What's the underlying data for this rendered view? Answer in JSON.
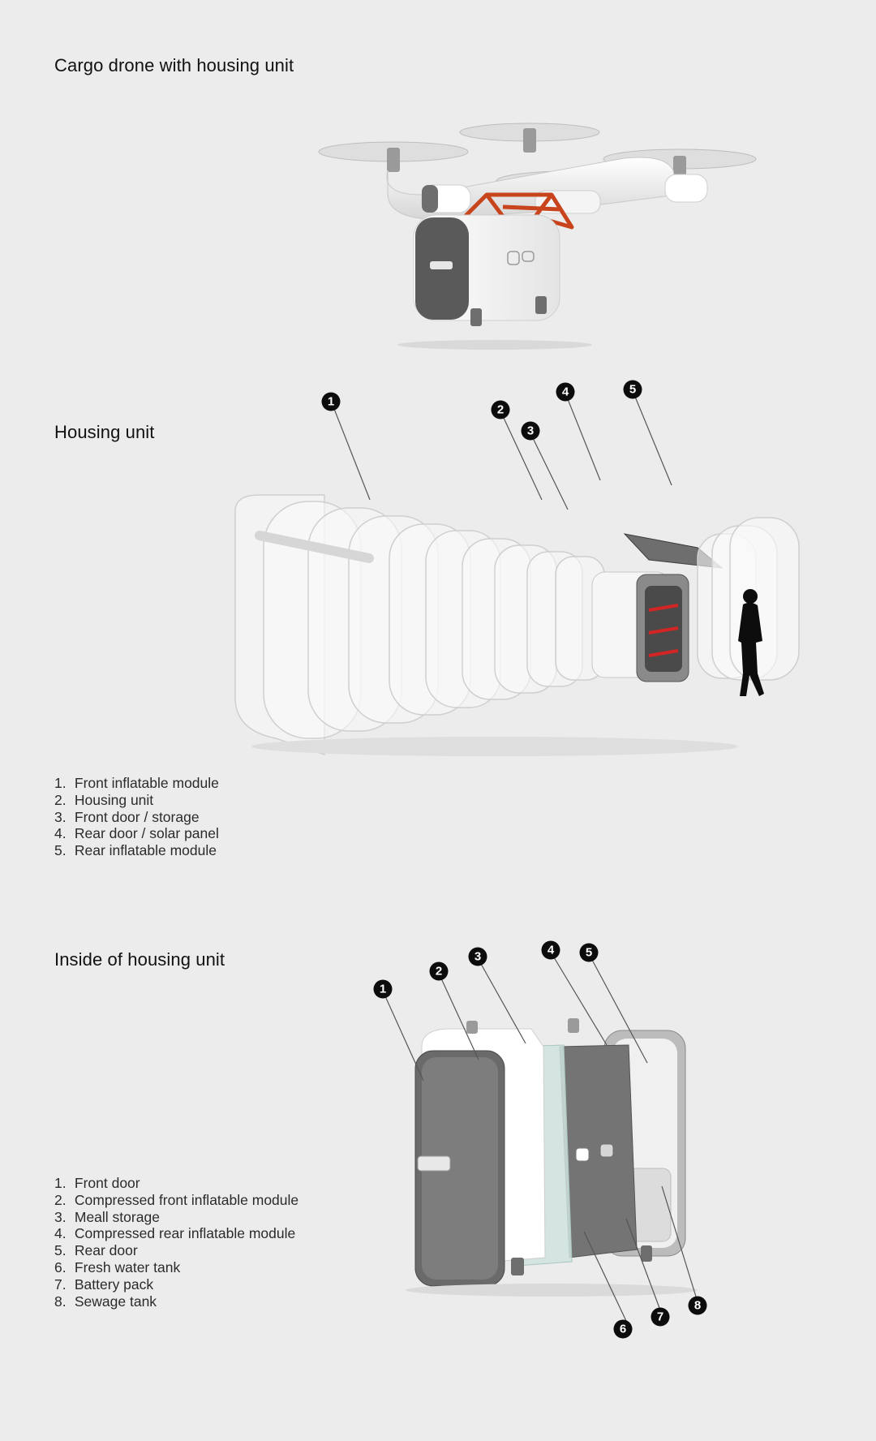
{
  "sections": {
    "drone": {
      "title": "Cargo drone with housing unit"
    },
    "housing": {
      "title": "Housing unit",
      "legend": [
        {
          "num": "1.",
          "text": "Front inflatable module"
        },
        {
          "num": "2.",
          "text": "Housing unit"
        },
        {
          "num": "3.",
          "text": "Front door / storage"
        },
        {
          "num": "4.",
          "text": "Rear door / solar panel"
        },
        {
          "num": "5.",
          "text": "Rear inflatable module"
        }
      ],
      "callouts": [
        "1",
        "2",
        "3",
        "4",
        "5"
      ]
    },
    "inside": {
      "title": "Inside of housing unit",
      "legend": [
        {
          "num": "1.",
          "text": "Front door"
        },
        {
          "num": "2.",
          "text": "Compressed front inflatable module"
        },
        {
          "num": "3.",
          "text": "Meall storage"
        },
        {
          "num": "4.",
          "text": "Compressed rear inflatable module"
        },
        {
          "num": "5.",
          "text": "Rear door"
        },
        {
          "num": "6.",
          "text": "Fresh water tank"
        },
        {
          "num": "7.",
          "text": "Battery pack"
        },
        {
          "num": "8.",
          "text": "Sewage tank"
        }
      ],
      "callouts": [
        "1",
        "2",
        "3",
        "4",
        "5",
        "6",
        "7",
        "8"
      ]
    }
  },
  "colors": {
    "background": "#ececec",
    "frame_orange": "#c8441c",
    "door_dark": "#5a5a5a",
    "accent_red": "#d42424",
    "callout": "#0c0c0c"
  }
}
